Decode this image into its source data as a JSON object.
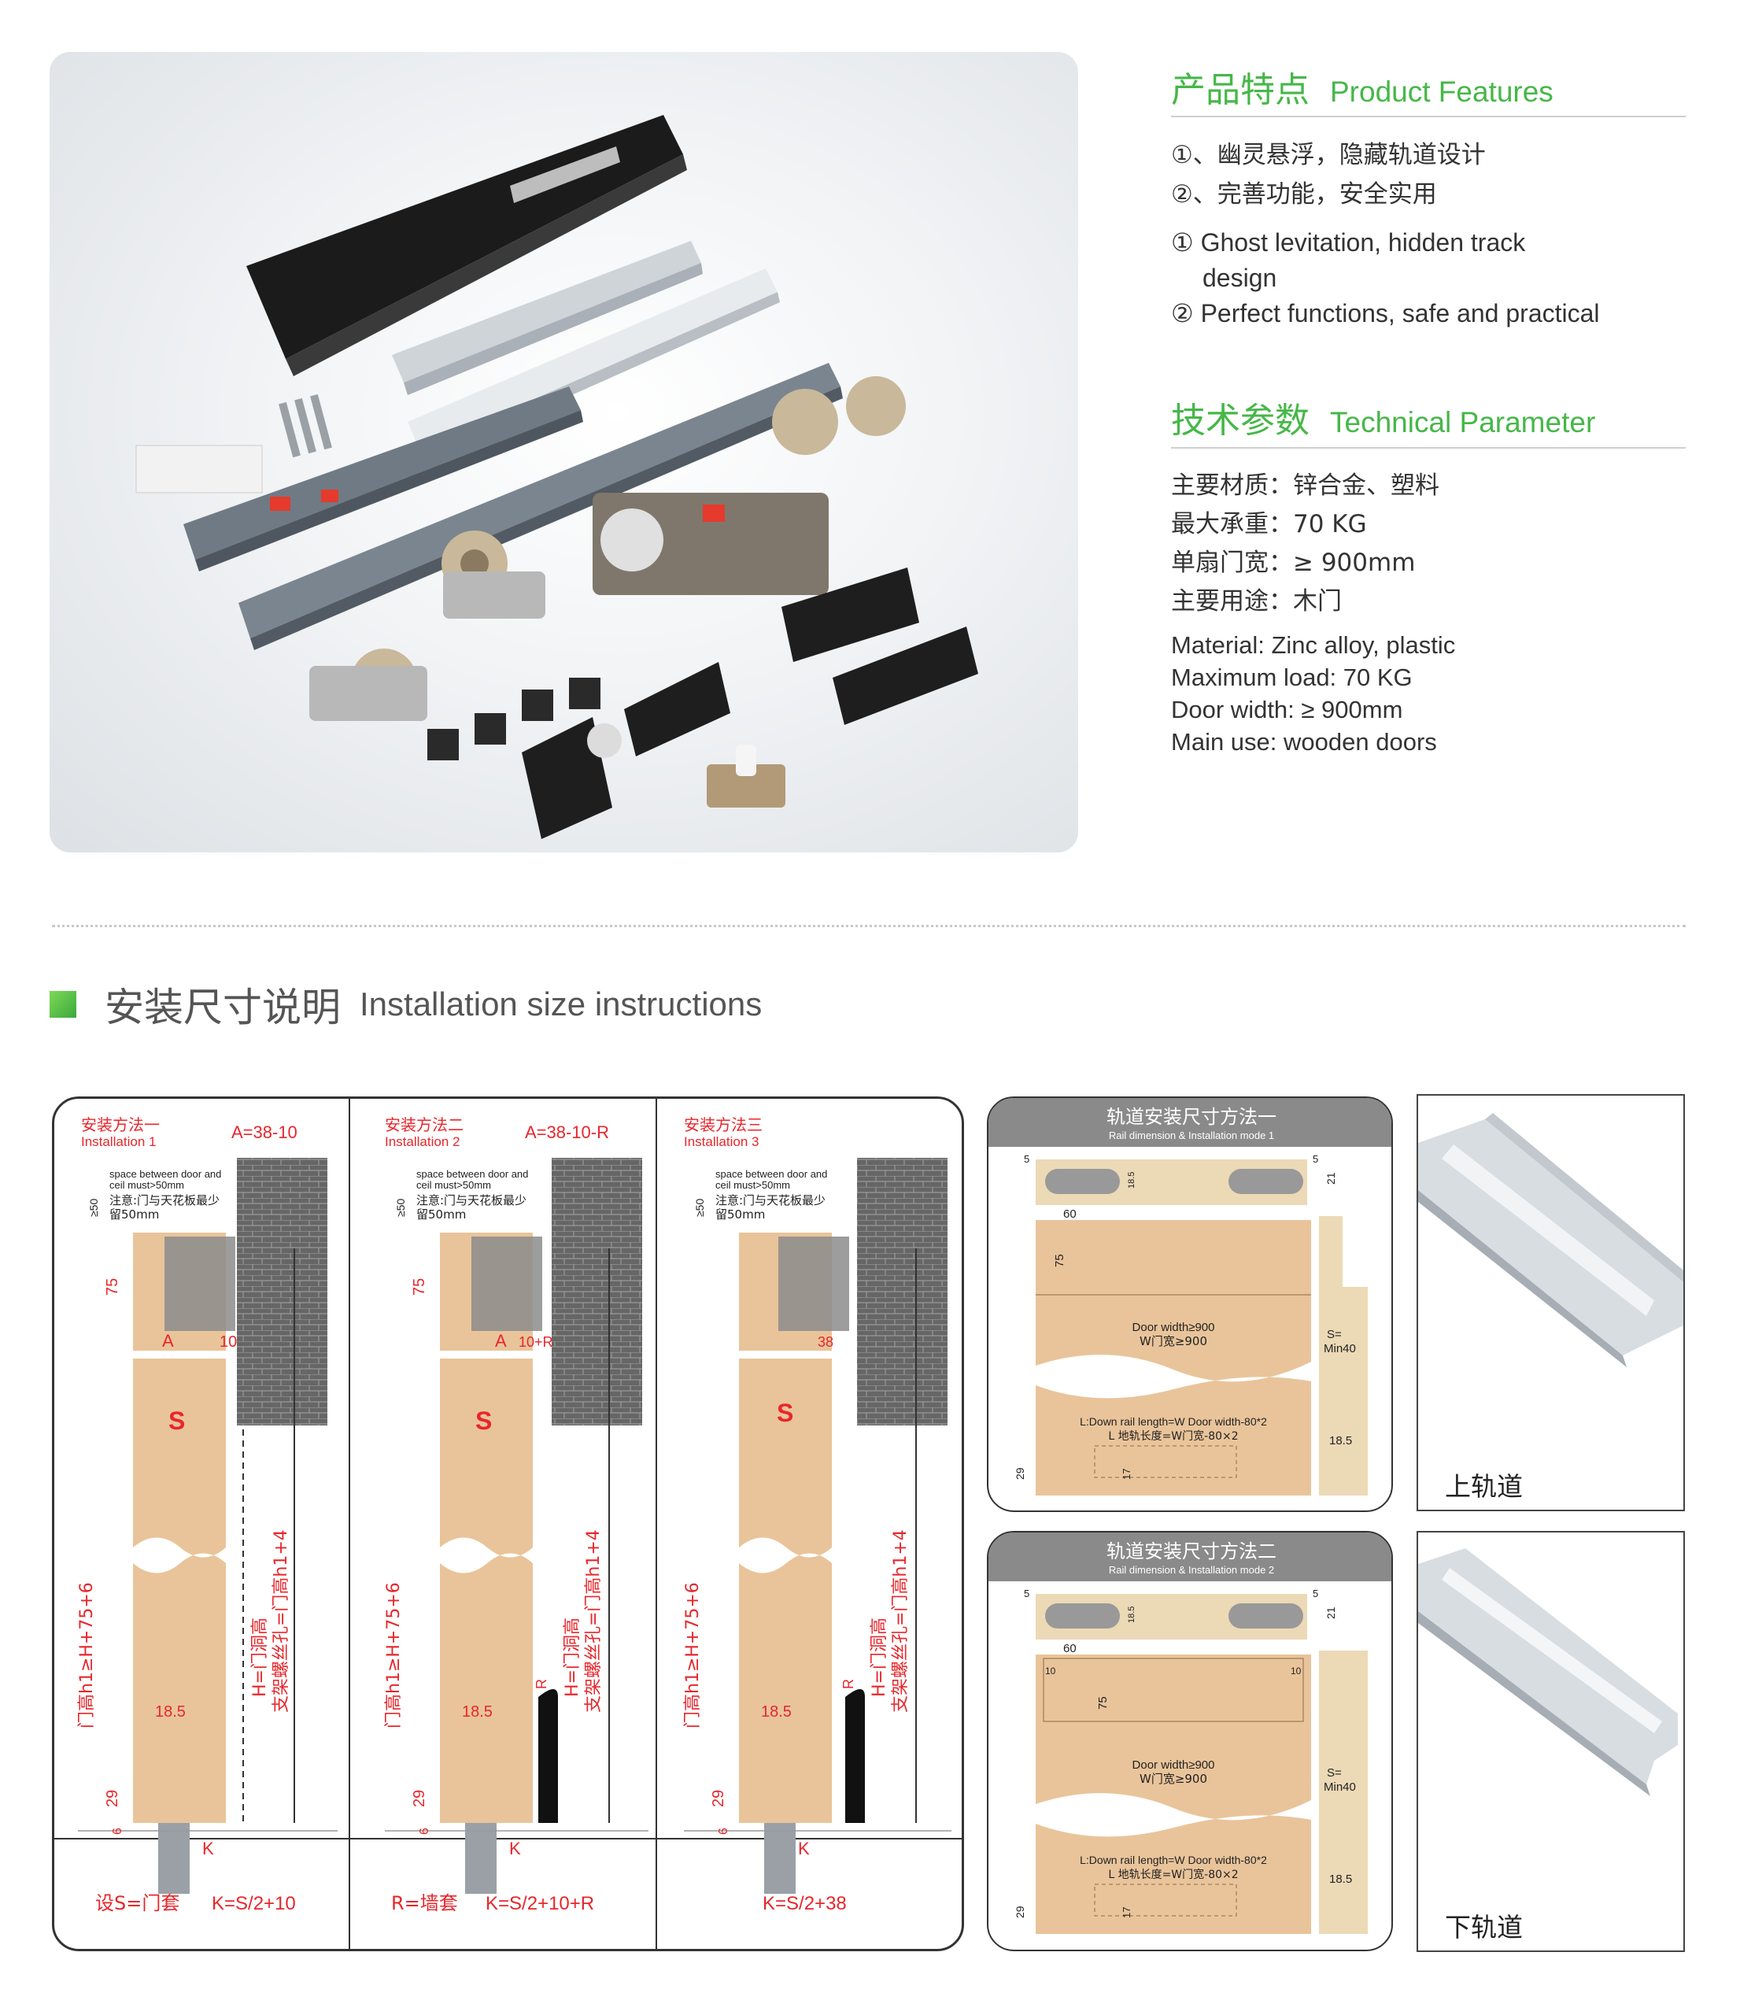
{
  "features": {
    "title_cn": "产品特点",
    "title_en": "Product Features",
    "items_cn": [
      "①、幽灵悬浮，隐藏轨道设计",
      "②、完善功能，安全实用"
    ],
    "items_en": [
      "① Ghost levitation, hidden track",
      "design",
      "② Perfect functions, safe and practical"
    ]
  },
  "technical": {
    "title_cn": "技术参数",
    "title_en": "Technical Parameter",
    "items_cn": [
      "主要材质：锌合金、塑料",
      "最大承重：70 KG",
      "单扇门宽：≥ 900mm",
      "主要用途：木门"
    ],
    "items_en": [
      "Material: Zinc alloy, plastic",
      "Maximum load: 70 KG",
      "Door width: ≥ 900mm",
      "Main use: wooden doors"
    ]
  },
  "installation": {
    "title_cn": "安装尺寸说明",
    "title_en": "Installation size instructions",
    "common": {
      "space_en_1": "space between door and",
      "space_en_2": "ceil must>50mm",
      "note_cn_1": "注意:门与天花板最少",
      "note_cn_2": "留50mm",
      "dim_50": "≥50",
      "dim_75": "75",
      "s_label": "S",
      "h1_label": "门高h1≥H+75+6",
      "h_label": "H=门洞高",
      "hole_label": "支架螺丝孔=门高h1+4",
      "dim_185": "18.5",
      "dim_29": "29",
      "dim_6": "6",
      "k_label": "K",
      "a_label": "A",
      "r_label": "R"
    },
    "methods": [
      {
        "title_cn": "安装方法一",
        "title_en": "Installation 1",
        "formula_a": "A=38-10",
        "a_offset": "10",
        "footer_left": "设S=门套",
        "footer_right": "K=S/2+10"
      },
      {
        "title_cn": "安装方法二",
        "title_en": "Installation 2",
        "formula_a": "A=38-10-R",
        "a_offset": "10+R",
        "footer_left": "R=墙套",
        "footer_right": "K=S/2+10+R"
      },
      {
        "title_cn": "安装方法三",
        "title_en": "Installation 3",
        "formula_a": "",
        "a_offset": "38",
        "footer_left": "",
        "footer_right": "K=S/2+38"
      }
    ]
  },
  "rail_modes": [
    {
      "title_cn": "轨道安装尺寸方法一",
      "title_en": "Rail dimension & Installation mode 1"
    },
    {
      "title_cn": "轨道安装尺寸方法二",
      "title_en": "Rail dimension & Installation mode 2"
    }
  ],
  "rail_common": {
    "dim_5": "5",
    "dim_21": "21",
    "dim_185": "18.5",
    "dim_60": "60",
    "dim_75": "75",
    "dim_10": "10",
    "door_width_en": "Door width≥900",
    "door_width_cn": "W门宽≥900",
    "s_label_1": "S=",
    "s_label_2": "Min40",
    "rail_len_en": "L:Down rail length=W Door width-80*2",
    "rail_len_cn": "L 地轨长度=W门宽-80×2",
    "dim_29": "29",
    "dim_17": "17"
  },
  "rails": {
    "upper": "上轨道",
    "lower": "下轨道"
  },
  "colors": {
    "green": "#46b748",
    "red": "#e8262b",
    "wood": "#e9c49a",
    "brick": "#6b6b6b"
  }
}
